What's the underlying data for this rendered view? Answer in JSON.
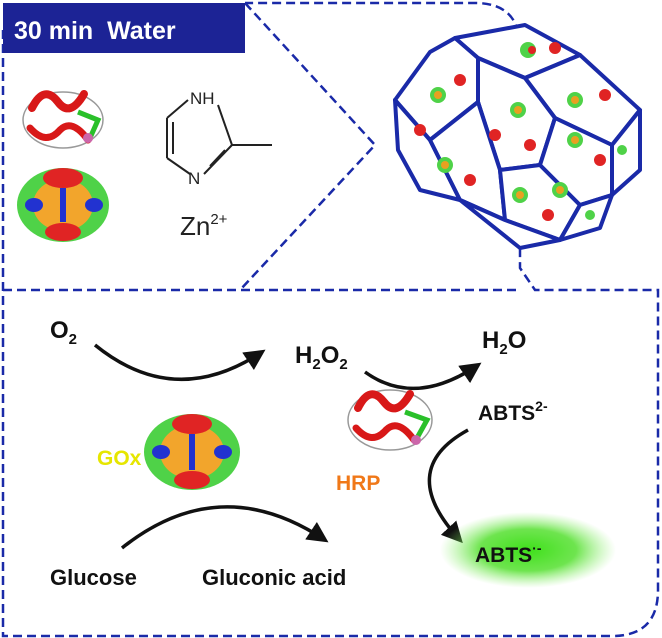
{
  "header": {
    "label": "30 min  Water"
  },
  "reagents": {
    "imidazole_nh": "NH",
    "imidazole_n": "N",
    "zinc_base": "Zn",
    "zinc_charge": "2+"
  },
  "reaction": {
    "o2_base": "O",
    "o2_sub": "2",
    "h2o2_h": "H",
    "h2o2_sub1": "2",
    "h2o2_o": "O",
    "h2o2_sub2": "2",
    "h2o_h": "H",
    "h2o_sub": "2",
    "h2o_o": "O",
    "abts_reduced_base": "ABTS",
    "abts_reduced_sup": "2-",
    "abts_oxidized_base": "ABTS",
    "abts_oxidized_sup": "·-",
    "gox_label": "GOx",
    "hrp_label": "HRP",
    "glucose_label": "Glucose",
    "gluconic_label": "Gluconic acid"
  },
  "colors": {
    "frame_blue": "#1a2aa8",
    "header_bg": "#1c2395",
    "gox_yellow": "#e6e600",
    "hrp_orange": "#f07818",
    "abts_glow": "#44dd22",
    "arrow_black": "#111111"
  }
}
